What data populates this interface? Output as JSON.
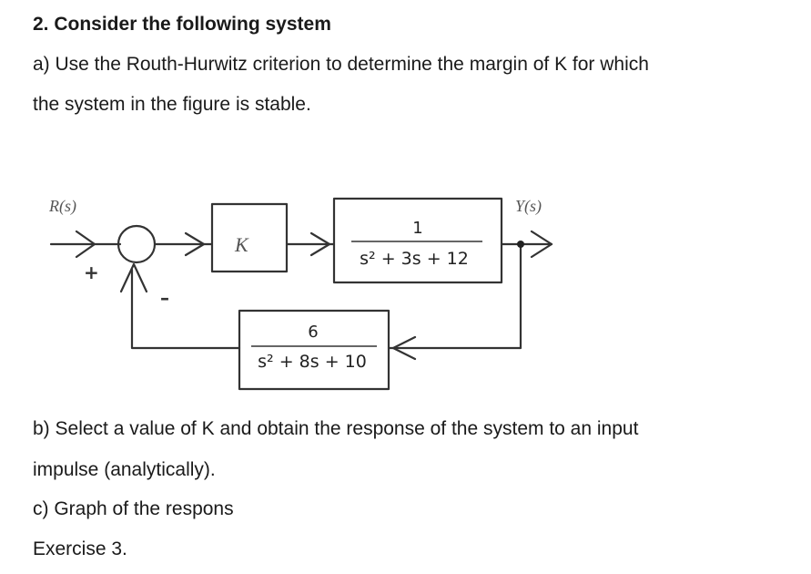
{
  "question": {
    "heading": "2. Consider the following system",
    "part_a_line1": "a) Use the Routh-Hurwitz criterion to determine the margin of K for which",
    "part_a_line2": "the system in the figure is stable.",
    "part_b_line1": "b) Select a value of K and obtain the response of the system to an input",
    "part_b_line2": "impulse (analytically).",
    "part_c": "c) Graph of the respons",
    "exercise": "Exercise 3."
  },
  "diagram": {
    "input_label": "R(s)",
    "output_label": "Y(s)",
    "plus_sign": "+",
    "minus_sign": "–",
    "gain_label": "K",
    "plant": {
      "numerator": "1",
      "denominator": "s² + 3s + 12"
    },
    "feedback": {
      "numerator": "6",
      "denominator": "s² + 8s + 10"
    }
  }
}
